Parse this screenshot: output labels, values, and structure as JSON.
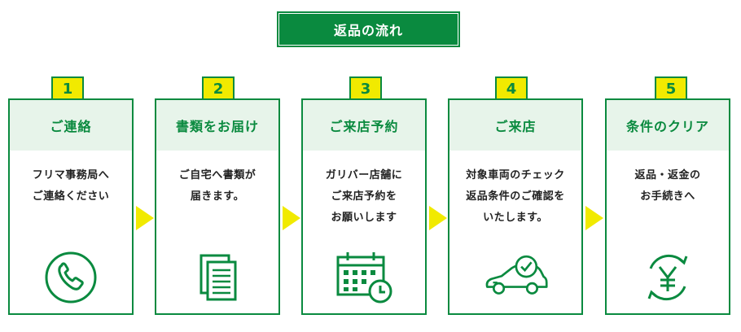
{
  "title": "返品の流れ",
  "colors": {
    "green": "#0a8a3f",
    "light_green": "#e7f4ea",
    "yellow": "#f1ea00",
    "text": "#222222"
  },
  "steps": [
    {
      "number": "1",
      "heading": "ご連絡",
      "description": "フリマ事務局へ\nご連絡ください",
      "icon": "phone-icon"
    },
    {
      "number": "2",
      "heading": "書類をお届け",
      "description": "ご自宅へ書類が\n届きます。",
      "icon": "documents-icon"
    },
    {
      "number": "3",
      "heading": "ご来店予約",
      "description": "ガリバー店舗に\nご来店予約を\nお願いします",
      "icon": "calendar-clock-icon"
    },
    {
      "number": "4",
      "heading": "ご来店",
      "description": "対象車両のチェック\n返品条件のご確認を\nいたします。",
      "icon": "car-check-icon"
    },
    {
      "number": "5",
      "heading": "条件のクリア",
      "description": "返品・返金の\nお手続きへ",
      "icon": "yen-refund-icon"
    }
  ]
}
